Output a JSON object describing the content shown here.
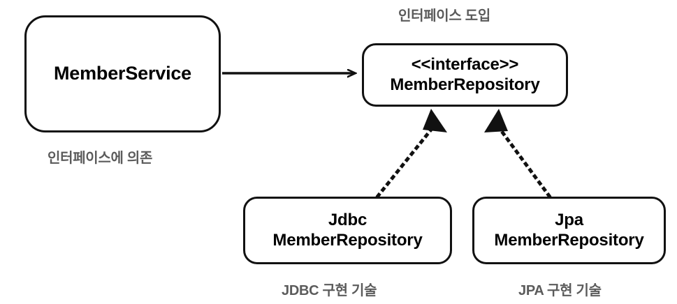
{
  "diagram": {
    "type": "uml-class-diagram",
    "background_color": "#ffffff",
    "stroke_color": "#111111",
    "caption_color": "#5b5b5b",
    "nodes": [
      {
        "id": "member-service",
        "line1": "MemberService",
        "line2": "",
        "shape": "rounded-rectangle"
      },
      {
        "id": "member-repository",
        "line1": "<<interface>>",
        "line2": "MemberRepository",
        "shape": "rounded-rectangle"
      },
      {
        "id": "jdbc-member-repository",
        "line1": "Jdbc",
        "line2": "MemberRepository",
        "shape": "rounded-rectangle"
      },
      {
        "id": "jpa-member-repository",
        "line1": "Jpa",
        "line2": "MemberRepository",
        "shape": "rounded-rectangle"
      }
    ],
    "captions": {
      "interface_introduced": "인터페이스 도입",
      "depends_on_interface": "인터페이스에 의존",
      "jdbc_tech": "JDBC 구현 기술",
      "jpa_tech": "JPA 구현 기술"
    },
    "edges": [
      {
        "id": "dependency-service-to-repository",
        "from": "member-service",
        "to": "member-repository",
        "style": "solid",
        "arrowhead": "open"
      },
      {
        "id": "realization-jdbc-to-repository",
        "from": "jdbc-member-repository",
        "to": "member-repository",
        "style": "dotted",
        "arrowhead": "filled-triangle"
      },
      {
        "id": "realization-jpa-to-repository",
        "from": "jpa-member-repository",
        "to": "member-repository",
        "style": "dotted",
        "arrowhead": "filled-triangle"
      }
    ]
  }
}
